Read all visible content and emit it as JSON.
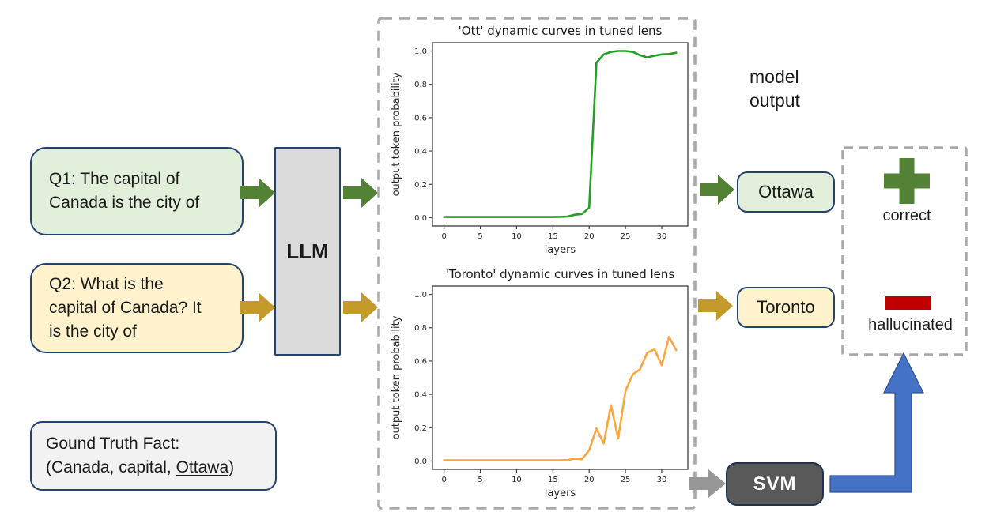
{
  "colors": {
    "green_accent": "#538135",
    "gold_accent": "#C49A2B",
    "navy_border": "#24426E",
    "light_green_fill": "#E2EFDA",
    "light_yellow_fill": "#FFF2CC",
    "light_gray_fill": "#F2F2F2",
    "llm_gray_fill": "#DBDBDB",
    "svm_dark_fill": "#595959",
    "gray_arrow": "#979797",
    "blue_arrow": "#4472C4",
    "blue_arrow_stroke": "#2F528F",
    "plus_green": "#538135",
    "minus_red": "#C00000",
    "dashed_border": "#A9A9A9"
  },
  "inputs": {
    "q1_lines": [
      "Q1: The capital of",
      "Canada is the city of"
    ],
    "q2_lines": [
      "Q2: What is the",
      "capital of Canada? It",
      "is the city of"
    ]
  },
  "llm_label": "LLM",
  "ground_truth": {
    "line1": "Gound Truth Fact:",
    "line2_prefix": " (Canada, capital, ",
    "line2_underlined": "Ottawa",
    "line2_suffix": ")"
  },
  "model_output": {
    "heading_lines": [
      "model",
      "output"
    ],
    "answer_correct": "Ottawa",
    "answer_hallucinated": "Toronto"
  },
  "classifier_label": "SVM",
  "verdict": {
    "correct": "correct",
    "hallucinated": "hallucinated"
  },
  "chart_data": [
    {
      "type": "line",
      "title": "'Ott' dynamic curves in tuned lens",
      "xlabel": "layers",
      "ylabel": "output token probability",
      "color": "#22A022",
      "xlim": [
        -1.6,
        33.6
      ],
      "ylim": [
        -0.05,
        1.05
      ],
      "xticks": [
        0,
        5,
        10,
        15,
        20,
        25,
        30
      ],
      "yticks": [
        0.0,
        0.2,
        0.4,
        0.6,
        0.8,
        1.0
      ],
      "grid": false,
      "x": [
        0,
        1,
        2,
        3,
        4,
        5,
        6,
        7,
        8,
        9,
        10,
        11,
        12,
        13,
        14,
        15,
        16,
        17,
        18,
        19,
        20,
        21,
        22,
        23,
        24,
        25,
        26,
        27,
        28,
        29,
        30,
        31,
        32
      ],
      "values": [
        0.004,
        0.004,
        0.004,
        0.004,
        0.004,
        0.004,
        0.004,
        0.004,
        0.004,
        0.004,
        0.004,
        0.004,
        0.004,
        0.004,
        0.004,
        0.004,
        0.005,
        0.007,
        0.018,
        0.022,
        0.06,
        0.93,
        0.98,
        0.995,
        1.0,
        1.0,
        0.995,
        0.975,
        0.962,
        0.972,
        0.98,
        0.982,
        0.99
      ]
    },
    {
      "type": "line",
      "title": "'Toronto' dynamic curves in tuned lens",
      "xlabel": "layers",
      "ylabel": "output token probability",
      "color": "#FBA63C",
      "xlim": [
        -1.6,
        33.6
      ],
      "ylim": [
        -0.05,
        1.05
      ],
      "xticks": [
        0,
        5,
        10,
        15,
        20,
        25,
        30
      ],
      "yticks": [
        0.0,
        0.2,
        0.4,
        0.6,
        0.8,
        1.0
      ],
      "grid": false,
      "x": [
        0,
        1,
        2,
        3,
        4,
        5,
        6,
        7,
        8,
        9,
        10,
        11,
        12,
        13,
        14,
        15,
        16,
        17,
        18,
        19,
        20,
        21,
        22,
        23,
        24,
        25,
        26,
        27,
        28,
        29,
        30,
        31,
        32
      ],
      "values": [
        0.004,
        0.004,
        0.004,
        0.004,
        0.004,
        0.004,
        0.004,
        0.004,
        0.004,
        0.004,
        0.004,
        0.004,
        0.004,
        0.004,
        0.004,
        0.004,
        0.004,
        0.006,
        0.014,
        0.01,
        0.065,
        0.195,
        0.105,
        0.335,
        0.135,
        0.42,
        0.52,
        0.55,
        0.65,
        0.67,
        0.575,
        0.745,
        0.665
      ]
    }
  ]
}
